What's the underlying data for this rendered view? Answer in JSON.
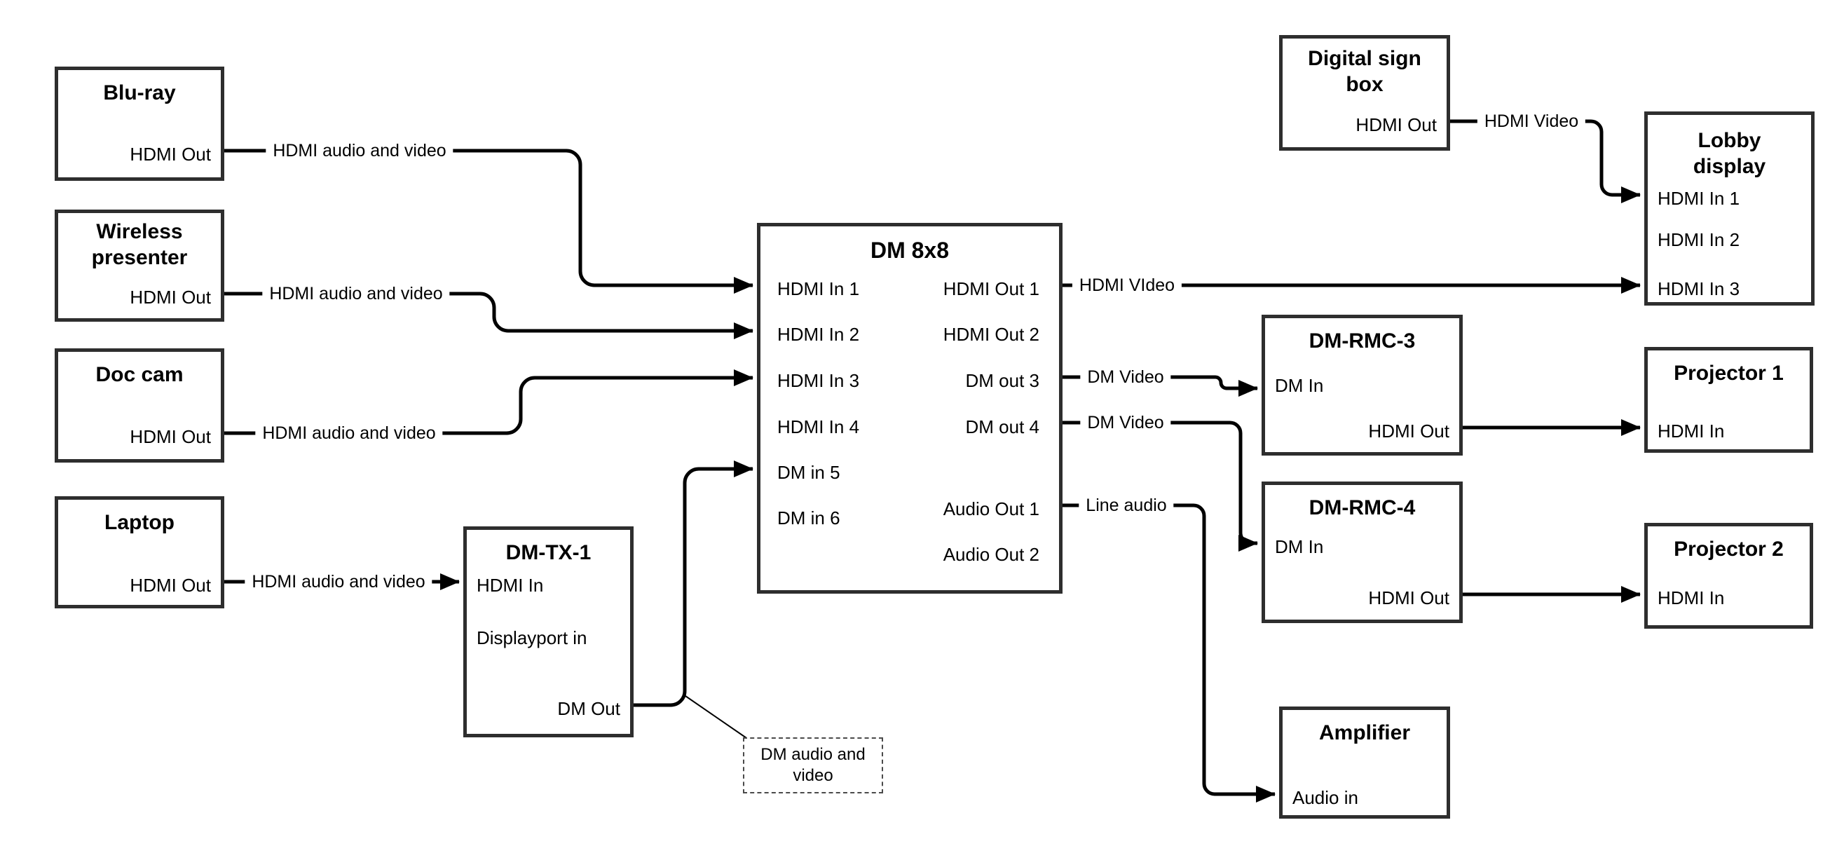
{
  "nodes": {
    "bluray": {
      "title": "Blu-ray",
      "port_out": "HDMI Out"
    },
    "wireless_presenter": {
      "title": "Wireless\npresenter",
      "port_out": "HDMI Out"
    },
    "doc_cam": {
      "title": "Doc cam",
      "port_out": "HDMI Out"
    },
    "laptop": {
      "title": "Laptop",
      "port_out": "HDMI Out"
    },
    "dm_tx_1": {
      "title": "DM-TX-1",
      "port_hdmi_in": "HDMI In",
      "port_displayport_in": "Displayport in",
      "port_dm_out": "DM Out"
    },
    "dm_8x8": {
      "title": "DM 8x8",
      "inputs": [
        "HDMI In 1",
        "HDMI In 2",
        "HDMI In 3",
        "HDMI In 4",
        "DM in 5",
        "DM in 6"
      ],
      "outputs": [
        "HDMI Out 1",
        "HDMI Out 2",
        "DM out 3",
        "DM out 4",
        "Audio Out 1",
        "Audio Out 2"
      ]
    },
    "digital_sign_box": {
      "title": "Digital sign\nbox",
      "port_out": "HDMI Out"
    },
    "lobby_display": {
      "title": "Lobby\ndisplay",
      "inputs": [
        "HDMI In 1",
        "HDMI In 2",
        "HDMI In 3"
      ]
    },
    "dm_rmc_3": {
      "title": "DM-RMC-3",
      "port_in": "DM In",
      "port_out": "HDMI Out"
    },
    "projector_1": {
      "title": "Projector 1",
      "port_in": "HDMI In"
    },
    "dm_rmc_4": {
      "title": "DM-RMC-4",
      "port_in": "DM In",
      "port_out": "HDMI Out"
    },
    "projector_2": {
      "title": "Projector 2",
      "port_in": "HDMI In"
    },
    "amplifier": {
      "title": "Amplifier",
      "port_in": "Audio in"
    }
  },
  "wire_labels": {
    "bluray_to_dm8x8": "HDMI audio and video",
    "wireless_to_dm8x8": "HDMI audio and video",
    "doccam_to_dm8x8": "HDMI audio and video",
    "laptop_to_dmtx1": "HDMI audio and video",
    "dm8x8_hdmi_out1": "HDMI VIdeo",
    "dm8x8_dm_out3": "DM Video",
    "dm8x8_dm_out4": "DM Video",
    "dm8x8_audio_out1": "Line audio",
    "digital_sign_to_lobby": "HDMI Video"
  },
  "annotation": {
    "text": "DM audio and\nvideo"
  },
  "colors": {
    "wire": "#000000",
    "box_border": "#2e2e2e",
    "background": "#ffffff"
  }
}
